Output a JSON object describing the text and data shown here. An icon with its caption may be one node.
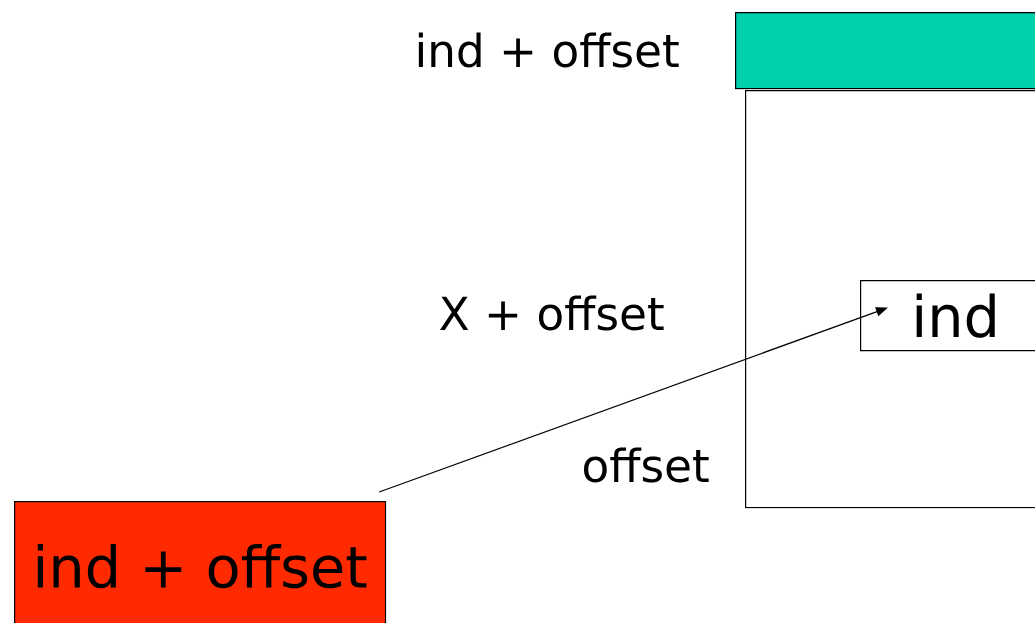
{
  "diagram": {
    "nodes": [
      {
        "text": [],
        "shape": "bar"
      },
      {
        "text": [],
        "shape": "box"
      },
      {
        "text": [
          "ind"
        ],
        "in": 1
      },
      {
        "text": [
          "ind + offset"
        ]
      }
    ],
    "edges": [
      {
        "from": 3,
        "to": 2,
        "arrow": "to"
      }
    ],
    "labels": [
      "ind + offset",
      "X + offset",
      "offset"
    ]
  }
}
